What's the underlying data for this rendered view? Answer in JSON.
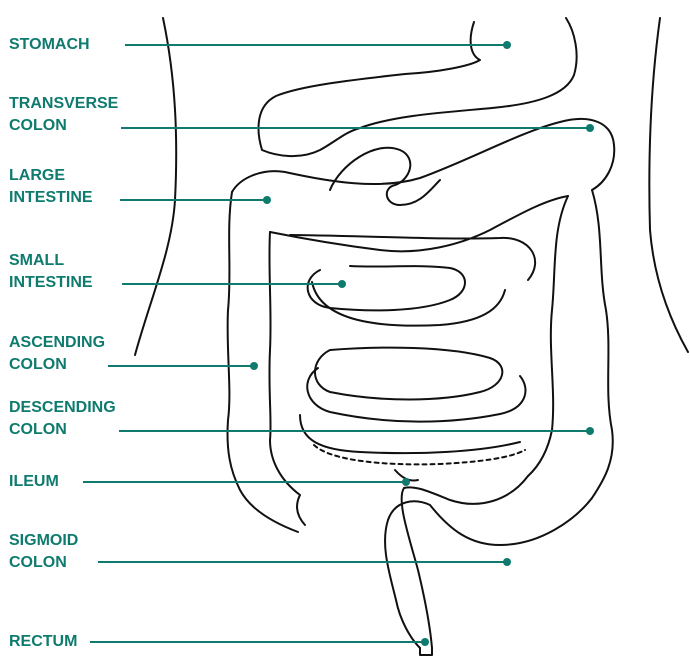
{
  "accent_color": "#0e7b6e",
  "labels": [
    {
      "id": "stomach",
      "lines": [
        "STOMACH"
      ]
    },
    {
      "id": "transverse-colon",
      "lines": [
        "TRANSVERSE",
        "COLON"
      ]
    },
    {
      "id": "large-intestine",
      "lines": [
        "LARGE",
        "INTESTINE"
      ]
    },
    {
      "id": "small-intestine",
      "lines": [
        "SMALL",
        "INTESTINE"
      ]
    },
    {
      "id": "ascending-colon",
      "lines": [
        "ASCENDING",
        "COLON"
      ]
    },
    {
      "id": "descending-colon",
      "lines": [
        "DESCENDING",
        "COLON"
      ]
    },
    {
      "id": "ileum",
      "lines": [
        "ILEUM"
      ]
    },
    {
      "id": "sigmoid-colon",
      "lines": [
        "SIGMOID",
        "COLON"
      ]
    },
    {
      "id": "rectum",
      "lines": [
        "RECTUM"
      ]
    }
  ]
}
